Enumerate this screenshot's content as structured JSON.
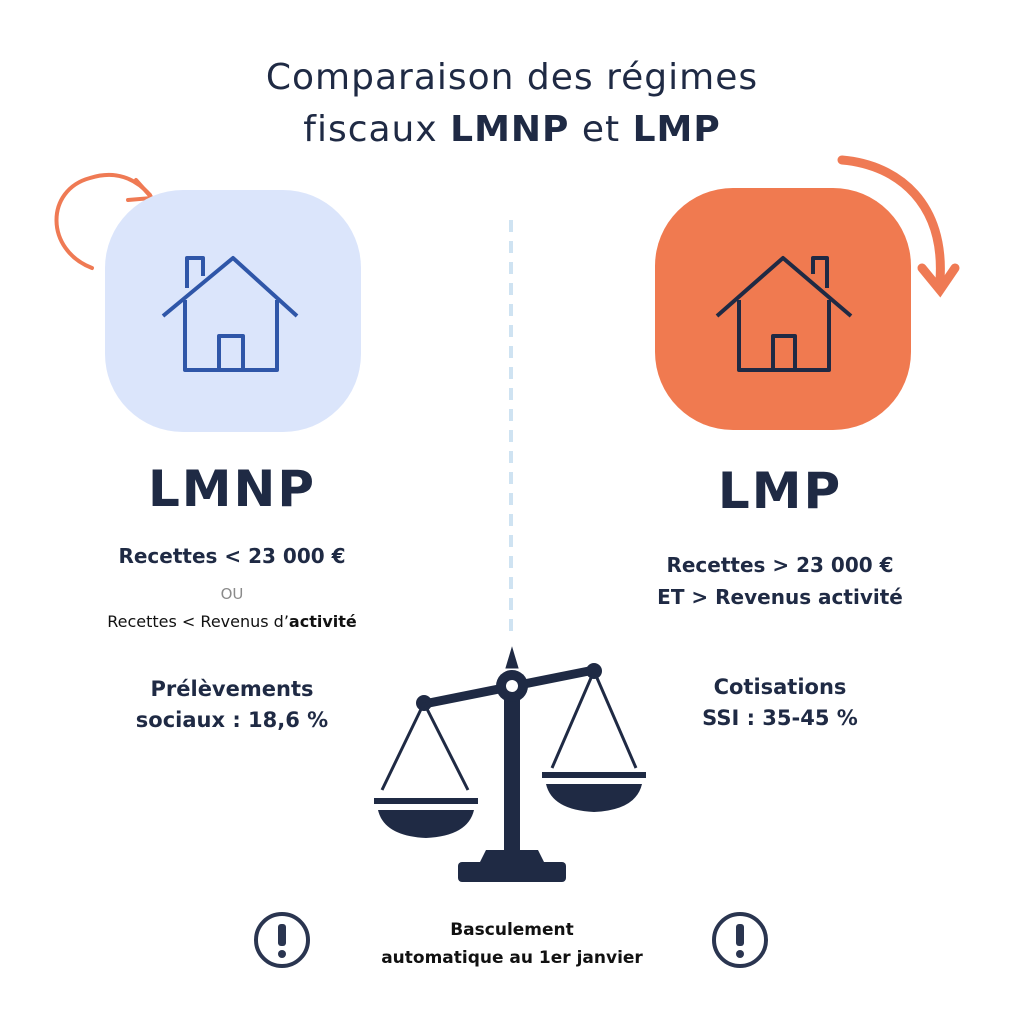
{
  "title": {
    "line1": "Comparaison des régimes",
    "line2_prefix": "fiscaux ",
    "line2_bold1": "LMNP",
    "line2_mid": " et ",
    "line2_bold2": "LMP"
  },
  "left": {
    "label": "LMNP",
    "condition1": "Recettes < 23 000 €",
    "separator": "OU",
    "condition2_prefix": "Recettes < Revenus d’",
    "condition2_bold": "activité",
    "rate_line1": "Prélèvements",
    "rate_line2": "sociaux : 18,6 %"
  },
  "right": {
    "label": "LMP",
    "condition1": "Recettes > 23 000 €",
    "condition2": "ET > Revenus activité",
    "rate_line1": "Cotisations",
    "rate_line2": "SSI : 35-45 %"
  },
  "note": {
    "line1": "Basculement",
    "line2": "automatique au 1er janvier"
  },
  "colors": {
    "navy": "#1f2a44",
    "blue_tile": "#dbe5fb",
    "house_blue": "#2f56a8",
    "orange": "#f07a50"
  }
}
